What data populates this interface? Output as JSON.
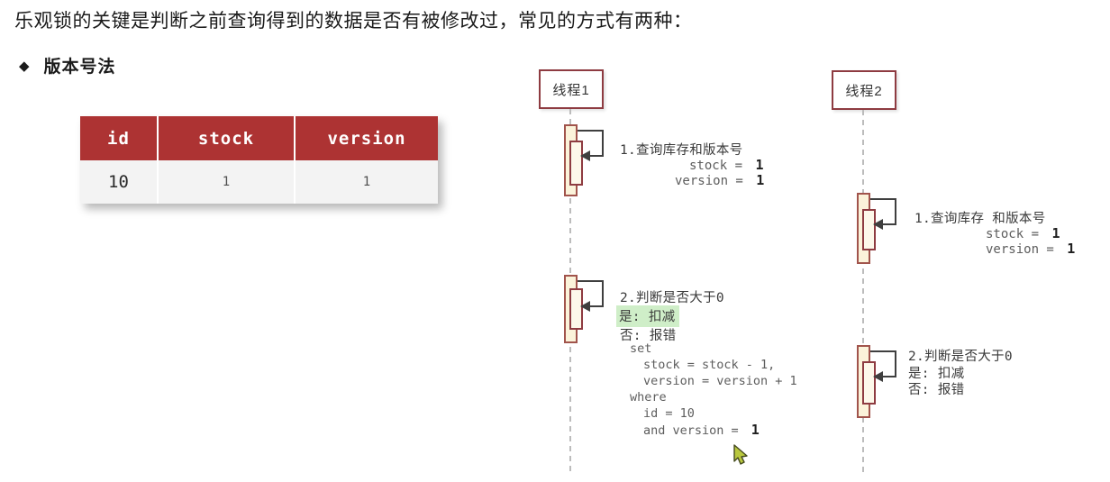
{
  "intro": "乐观锁的关键是判断之前查询得到的数据是否有被修改过，常见的方式有两种：",
  "section": {
    "bullet": "◆",
    "title": "版本号法"
  },
  "table": {
    "headers": [
      "id",
      "stock",
      "version"
    ],
    "row": [
      "10",
      "1",
      "1"
    ]
  },
  "diagram": {
    "thread1": {
      "label": "线程1",
      "step1": {
        "title": "1.查询库存和版本号",
        "stock_label": "stock = ",
        "stock_value": "1",
        "version_label": "version = ",
        "version_value": "1"
      },
      "step2": {
        "title": "2.判断是否大于0",
        "yes": "是: 扣减",
        "no": "否: 报错"
      },
      "sql": {
        "kw_set": "set",
        "set_line1": "stock = stock - 1,",
        "set_line2": "version = version + 1",
        "kw_where": "where",
        "where_line1": "id = 10",
        "where_line2_label": "and version = ",
        "where_line2_value": "1"
      }
    },
    "thread2": {
      "label": "线程2",
      "step1": {
        "title": "1.查询库存 和版本号",
        "stock_label": "stock = ",
        "stock_value": "1",
        "version_label": "version = ",
        "version_value": "1"
      },
      "step2": {
        "title": "2.判断是否大于0",
        "yes": "是: 扣减",
        "no": "否: 报错"
      }
    }
  },
  "icons": {
    "cursor": "mouse-cursor-arrow"
  },
  "colors": {
    "table_header_red": "#ad3333",
    "actor_border_red": "#8e3b41",
    "activation_fill": "#fbf3da",
    "highlight_green": "#cfeec8",
    "lifeline_gray": "#bcbcbc",
    "arrow_dark": "#3f3f3f",
    "cursor_green": "#b9c83e"
  }
}
